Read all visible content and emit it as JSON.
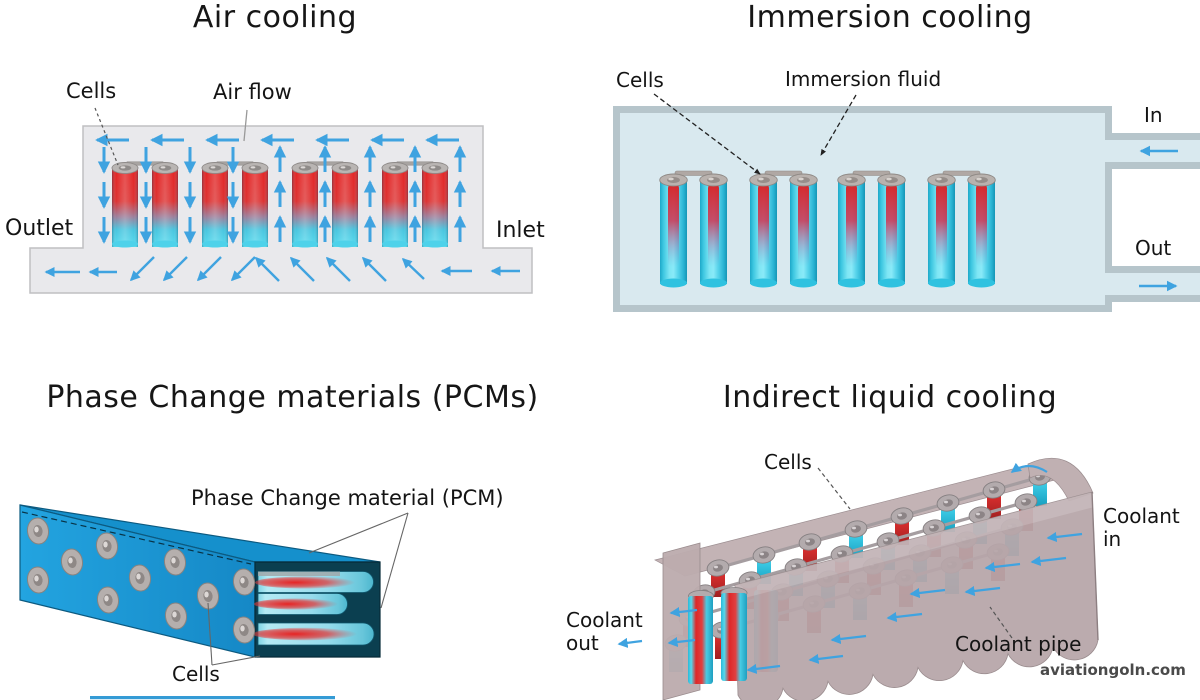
{
  "sections": {
    "air_cooling": {
      "title": "Air cooling",
      "labels": {
        "cells": "Cells",
        "air_flow": "Air flow",
        "outlet": "Outlet",
        "inlet": "Inlet"
      }
    },
    "immersion_cooling": {
      "title": "Immersion cooling",
      "labels": {
        "cells": "Cells",
        "immersion_fluid": "Immersion fluid",
        "inlet": "In",
        "outlet": "Out"
      }
    },
    "pcm": {
      "title": "Phase Change materials (PCMs)",
      "labels": {
        "pcm_material": "Phase Change material (PCM)",
        "cells": "Cells"
      }
    },
    "indirect": {
      "title": "Indirect liquid cooling",
      "labels": {
        "cells": "Cells",
        "coolant_in": "Coolant in",
        "coolant_out": "Coolant out",
        "coolant_pipe": "Coolant pipe"
      }
    }
  },
  "watermark": "aviationgoln.com",
  "colors": {
    "arrow_blue": "#3fa3e0",
    "cell_red": "#e02828",
    "cell_cyan": "#3ecbe8",
    "air_chamber_gray": "#e9e9ec",
    "tank_border": "#b6c5cb",
    "tank_fluid": "#d9e9ef",
    "pcm_blue": "#1b9ad8",
    "pcm_end_teal": "#0b3f50",
    "coolant_pipe_gray": "#b7a6a9",
    "cap_gray": "#b9b2ae",
    "watermark_gray": "#4a4a4a"
  }
}
